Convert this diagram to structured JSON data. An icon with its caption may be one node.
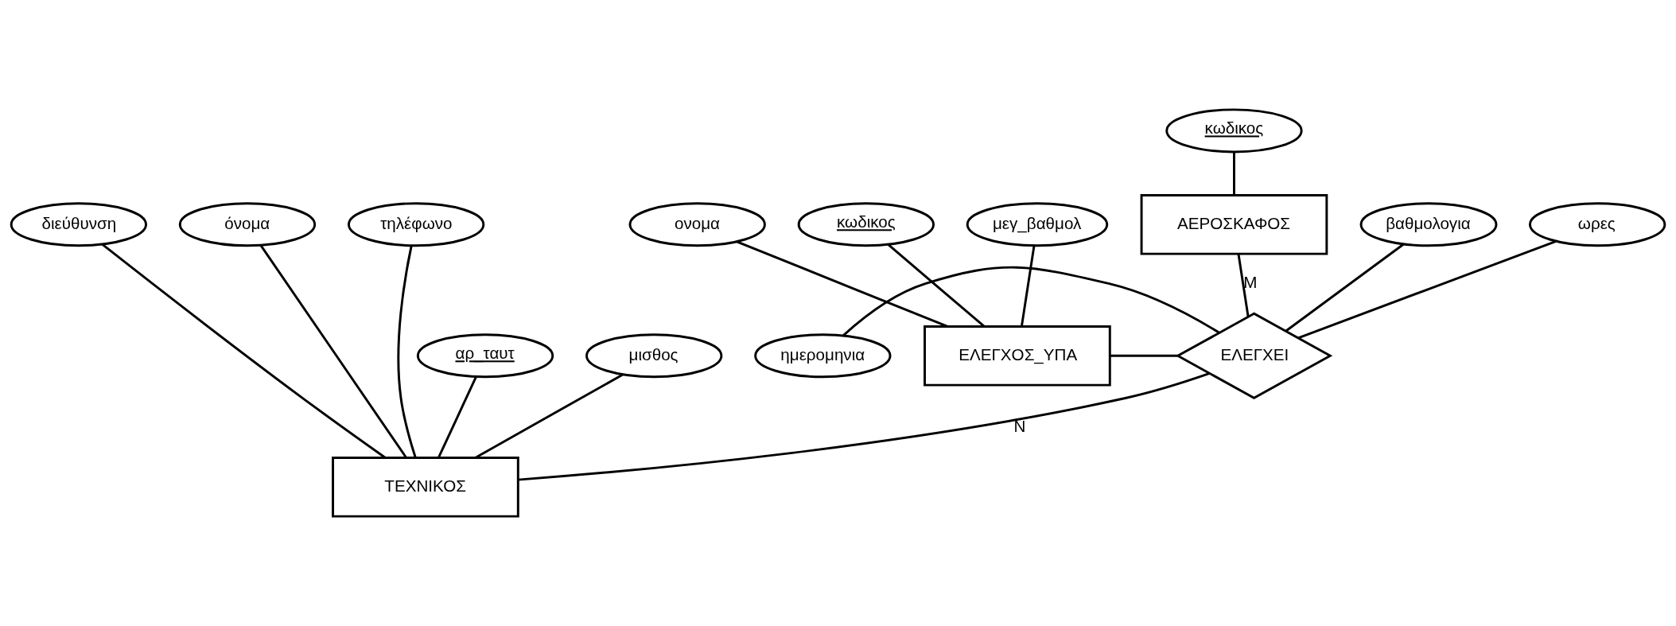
{
  "diagram": {
    "nodes": [
      {
        "text": [
          "κωδικος"
        ]
      },
      {
        "text": [
          "ΑΕΡΟΣΚΑΦΟΣ"
        ]
      },
      {
        "text": [
          "ονομα"
        ]
      },
      {
        "text": [
          "κωδικος"
        ]
      },
      {
        "text": [
          "μεγ_βαθμολ"
        ]
      },
      {
        "text": [
          "ημερομηνια"
        ]
      },
      {
        "text": [
          "ΕΛΕΓΧΟΣ_ΥΠΑ"
        ]
      },
      {
        "text": [
          "ΕΛΕΓΧΕΙ"
        ]
      },
      {
        "text": [
          "διεύθυνση"
        ]
      },
      {
        "text": [
          "όνομα"
        ]
      },
      {
        "text": [
          "τηλέφωνο"
        ]
      },
      {
        "text": [
          "βαθμολογια"
        ]
      },
      {
        "text": [
          "ωρες"
        ]
      },
      {
        "text": [
          "αρ_ταυτ"
        ]
      },
      {
        "text": [
          "μισθος"
        ]
      },
      {
        "text": [
          "ΤΕΧΝΙΚΟΣ"
        ]
      }
    ],
    "edges": [
      {
        "from": 0,
        "to": 1,
        "arrow": "none"
      },
      {
        "from": 1,
        "to": 7,
        "arrow": "none",
        "label": "M"
      },
      {
        "from": 3,
        "to": 6,
        "arrow": "none"
      },
      {
        "from": 2,
        "to": 6,
        "arrow": "none"
      },
      {
        "from": 4,
        "to": 6,
        "arrow": "none"
      },
      {
        "from": 6,
        "to": 7,
        "arrow": "none"
      },
      {
        "from": 5,
        "to": 7,
        "arrow": "none"
      },
      {
        "from": 11,
        "to": 7,
        "arrow": "none"
      },
      {
        "from": 12,
        "to": 7,
        "arrow": "none"
      },
      {
        "from": 7,
        "to": 15,
        "arrow": "none",
        "label": "N"
      },
      {
        "from": 13,
        "to": 15,
        "arrow": "none"
      },
      {
        "from": 9,
        "to": 15,
        "arrow": "none"
      },
      {
        "from": 8,
        "to": 15,
        "arrow": "none"
      },
      {
        "from": 10,
        "to": 15,
        "arrow": "none"
      },
      {
        "from": 14,
        "to": 15,
        "arrow": "none"
      }
    ]
  }
}
